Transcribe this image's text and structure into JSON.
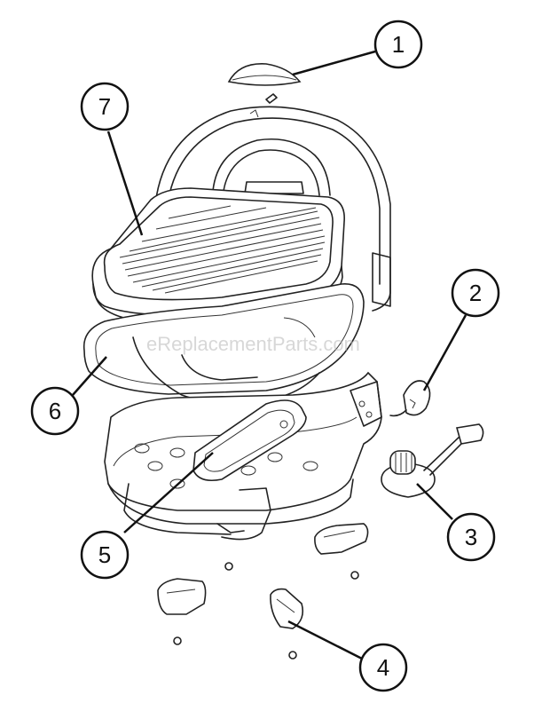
{
  "diagram": {
    "watermark": "eReplacementParts.com",
    "callouts": [
      {
        "id": "1",
        "label": "1"
      },
      {
        "id": "2",
        "label": "2"
      },
      {
        "id": "3",
        "label": "3"
      },
      {
        "id": "4",
        "label": "4"
      },
      {
        "id": "5",
        "label": "5"
      },
      {
        "id": "6",
        "label": "6"
      },
      {
        "id": "7",
        "label": "7"
      }
    ]
  }
}
